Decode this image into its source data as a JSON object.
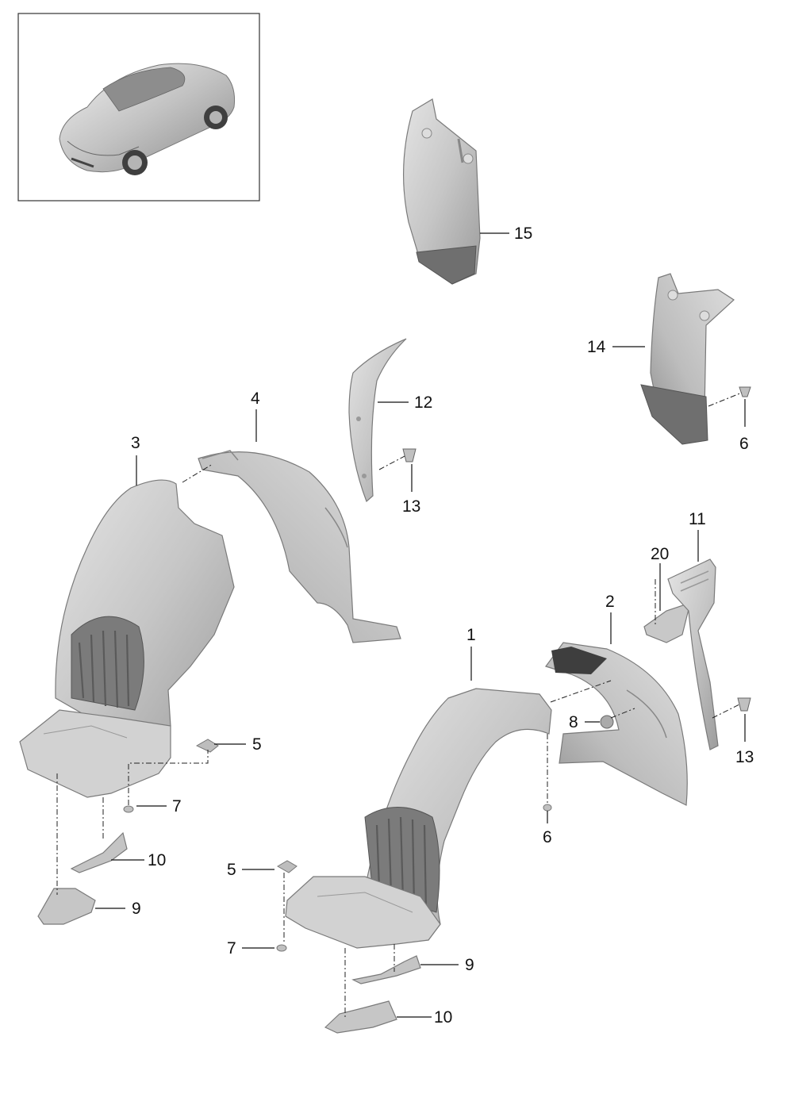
{
  "callouts": {
    "c1": "1",
    "c2": "2",
    "c3": "3",
    "c4": "4",
    "c5a": "5",
    "c5b": "5",
    "c6a": "6",
    "c6b": "6",
    "c7a": "7",
    "c7b": "7",
    "c8": "8",
    "c9a": "9",
    "c9b": "9",
    "c10a": "10",
    "c10b": "10",
    "c11": "11",
    "c12": "12",
    "c13a": "13",
    "c13b": "13",
    "c14": "14",
    "c15": "15",
    "c20": "20"
  },
  "colors": {
    "part_fill": "#c9c9c9",
    "part_shadow": "#9a9a9a",
    "line": "#111111",
    "frame": "#333333"
  }
}
